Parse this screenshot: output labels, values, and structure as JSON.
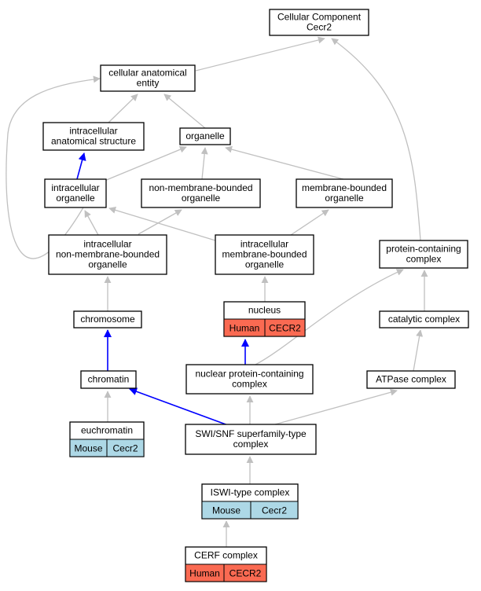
{
  "nodes": {
    "cellular_component": [
      "Cellular Component",
      "Cecr2"
    ],
    "cellular_anatomical_entity": [
      "cellular anatomical",
      "entity"
    ],
    "intracellular_anatomical_structure": [
      "intracellular",
      "anatomical structure"
    ],
    "organelle": [
      "organelle"
    ],
    "intracellular_organelle": [
      "intracellular",
      "organelle"
    ],
    "non_membrane_bounded_organelle": [
      "non-membrane-bounded",
      "organelle"
    ],
    "membrane_bounded_organelle": [
      "membrane-bounded",
      "organelle"
    ],
    "intracellular_non_membrane_bounded_organelle": [
      "intracellular",
      "non-membrane-bounded",
      "organelle"
    ],
    "intracellular_membrane_bounded_organelle": [
      "intracellular",
      "membrane-bounded",
      "organelle"
    ],
    "protein_containing_complex": [
      "protein-containing",
      "complex"
    ],
    "chromosome": [
      "chromosome"
    ],
    "nucleus": [
      "nucleus"
    ],
    "catalytic_complex": [
      "catalytic complex"
    ],
    "chromatin": [
      "chromatin"
    ],
    "nuclear_protein_containing_complex": [
      "nuclear protein-containing",
      "complex"
    ],
    "atpase_complex": [
      "ATPase complex"
    ],
    "euchromatin": [
      "euchromatin"
    ],
    "swi_snf_superfamily_type_complex": [
      "SWI/SNF superfamily-type",
      "complex"
    ],
    "iswi_type_complex": [
      "ISWI-type complex"
    ],
    "cerf_complex": [
      "CERF complex"
    ]
  },
  "annotations": {
    "nucleus": {
      "species": "Human",
      "gene": "CECR2"
    },
    "euchromatin": {
      "species": "Mouse",
      "gene": "Cecr2"
    },
    "iswi_type_complex": {
      "species": "Mouse",
      "gene": "Cecr2"
    },
    "cerf_complex": {
      "species": "Human",
      "gene": "CECR2"
    }
  },
  "colors": {
    "human": "#fa6a52",
    "mouse": "#add8e6",
    "edge_default": "#c0c0c0",
    "edge_highlight": "#0000ff"
  }
}
